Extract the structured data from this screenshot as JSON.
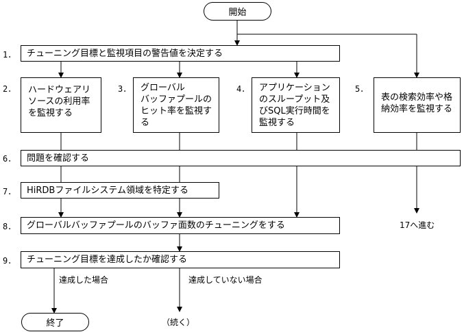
{
  "terminals": {
    "start": "開始",
    "end": "終了"
  },
  "numbers": [
    "1．",
    "2．",
    "3．",
    "4．",
    "5．",
    "6．",
    "7．",
    "8．",
    "9．"
  ],
  "steps": {
    "s1": "チューニング目標と監視項目の警告値を決定する",
    "s2": "ハードウェアリ\nソースの利用率\nを監視する",
    "s3": "グローバル\nバッファプールの\nヒット率を監視す\nる",
    "s4": "アプリケーション\nのスループット及\nびSQL実行時間を\n監視する",
    "s5": "表の検索効率や格\n納効率を監視する",
    "s6": "問題を確認する",
    "s7": "HiRDBファイルシステム領域を特定する",
    "s8": "グローバルバッファプールのバッファ面数のチューニングをする",
    "s9": "チューニング目標を達成したか確認する"
  },
  "labels": {
    "goto17": "17へ進む",
    "achieved": "達成した場合",
    "not_achieved": "達成していない場合",
    "continued": "（続く）"
  }
}
